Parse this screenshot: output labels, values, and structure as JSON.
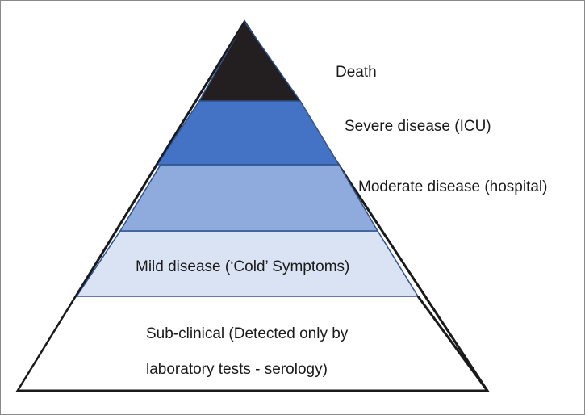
{
  "pyramid": {
    "levels": [
      {
        "label": "Death",
        "fill": "#231f20"
      },
      {
        "label": "Severe disease (ICU)",
        "fill": "#4472c4"
      },
      {
        "label": "Moderate disease (hospital)",
        "fill": "#8faadc"
      },
      {
        "label": "Mild disease (‘Cold’ Symptoms)",
        "fill": "#dae3f3"
      },
      {
        "label_line1": "Sub-clinical (Detected only by",
        "label_line2": "laboratory tests - serology)",
        "fill": "#ffffff"
      }
    ],
    "outline_color": "#1a1a1a",
    "tier_outline_color": "#2f528f"
  }
}
